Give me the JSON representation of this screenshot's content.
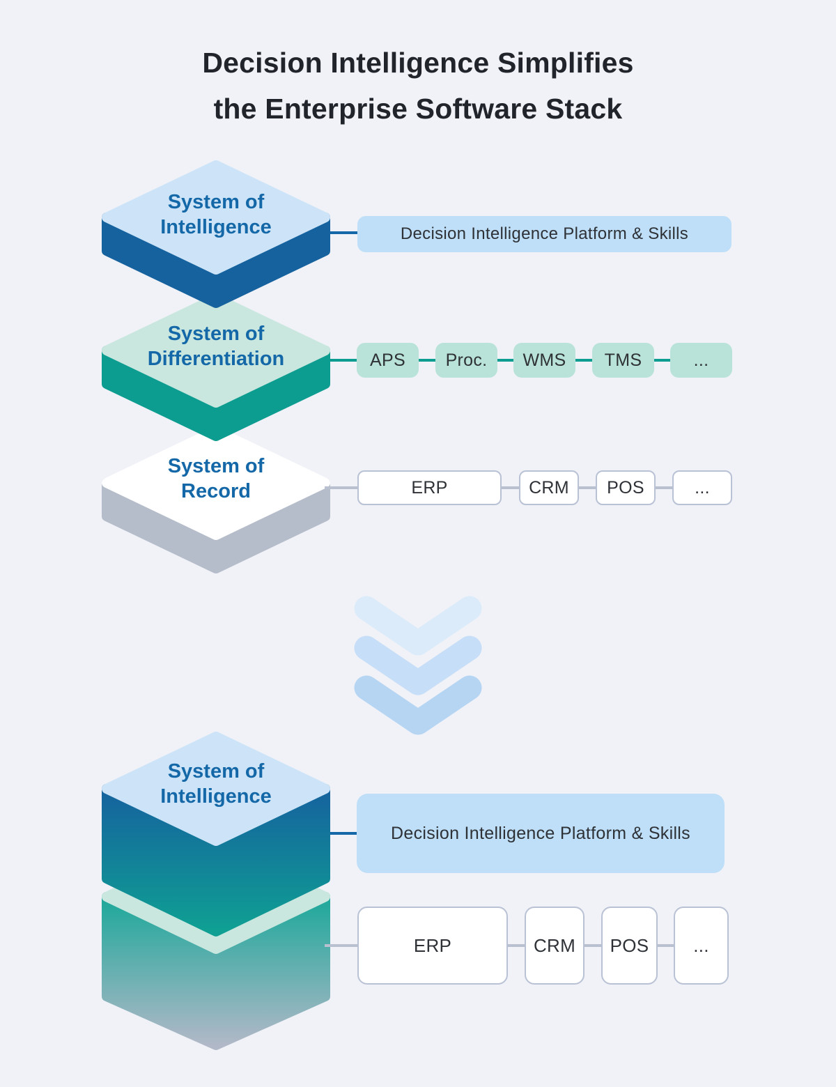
{
  "title": {
    "line1": "Decision Intelligence Simplifies",
    "line2": "the Enterprise Software Stack"
  },
  "top_stack": {
    "intelligence": {
      "label_line1": "System of",
      "label_line2": "Intelligence",
      "platform_label": "Decision Intelligence Platform & Skills"
    },
    "differentiation": {
      "label_line1": "System of",
      "label_line2": "Differentiation",
      "apps": [
        "APS",
        "Proc.",
        "WMS",
        "TMS",
        "..."
      ]
    },
    "record": {
      "label_line1": "System of",
      "label_line2": "Record",
      "apps": [
        "ERP",
        "CRM",
        "POS",
        "..."
      ]
    }
  },
  "bottom_stack": {
    "intelligence": {
      "label_line1": "System of",
      "label_line2": "Intelligence",
      "platform_label": "Decision Intelligence Platform & Skills"
    },
    "record_apps": [
      "ERP",
      "CRM",
      "POS",
      "..."
    ]
  },
  "colors": {
    "background": "#f0f2f7",
    "accent_blue": "#1568a8",
    "slab_blue_side": "#15629e",
    "slab_blue_face": "#cde4f8",
    "teal": "#0d9d90",
    "slab_mint_face": "#c9e7de",
    "slab_gray_side": "#b5bcca",
    "light_blue_box": "#bedff7",
    "mint_box": "#b9e3d8",
    "gray_connector": "#b9c1d1",
    "chevron_1": "#dcebfa",
    "chevron_2": "#c6def7",
    "chevron_3": "#b5d5f3"
  }
}
